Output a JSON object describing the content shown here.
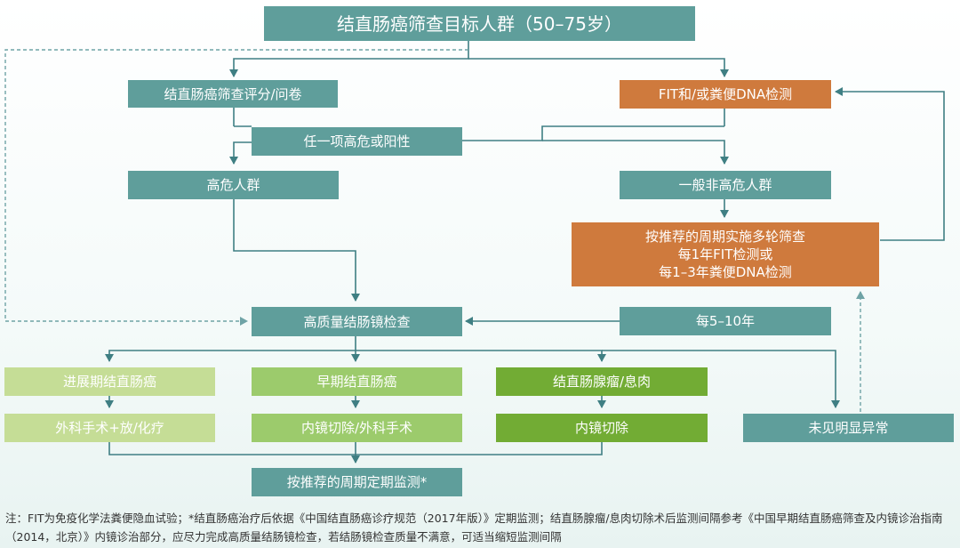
{
  "colors": {
    "teal": "#5f9e9b",
    "orange": "#cf7a3d",
    "green_dark": "#72ac34",
    "green_mid": "#9ccb6c",
    "green_light": "#c5dd96",
    "line": "#3f7f83"
  },
  "nodes": {
    "target_population": "结直肠癌筛查目标人群（50–75岁）",
    "questionnaire": "结直肠癌筛查评分/问卷",
    "fit_dna": "FIT和/或粪便DNA检测",
    "any_positive": "任一项高危或阳性",
    "high_risk": "高危人群",
    "general_risk": "一般非高危人群",
    "periodic_screening": "按推荐的周期实施多轮筛查\n每1年FIT检测或\n每1–3年粪便DNA检测",
    "colonoscopy": "高质量结肠镜检查",
    "every_5_10": "每5–10年",
    "advanced_cancer": "进展期结直肠癌",
    "early_cancer": "早期结直肠癌",
    "adenoma_polyp": "结直肠腺瘤/息肉",
    "surgery_chemo": "外科手术+放/化疗",
    "endoscopic_or_surgery": "内镜切除/外科手术",
    "endoscopic_resection": "内镜切除",
    "no_abnormality": "未见明显异常",
    "periodic_monitoring": "按推荐的周期定期监测*"
  },
  "footnote": "注：FIT为免疫化学法粪便隐血试验；*结直肠癌治疗后依据《中国结直肠癌诊疗规范（2017年版）》定期监测；结直肠腺瘤/息肉切除术后监测间隔参考《中国早期结直肠癌筛查及内镜诊治指南（2014，北京）》内镜诊治部分，应尽力完成高质量结肠镜检查，若结肠镜检查质量不满意，可适当缩短监测间隔"
}
